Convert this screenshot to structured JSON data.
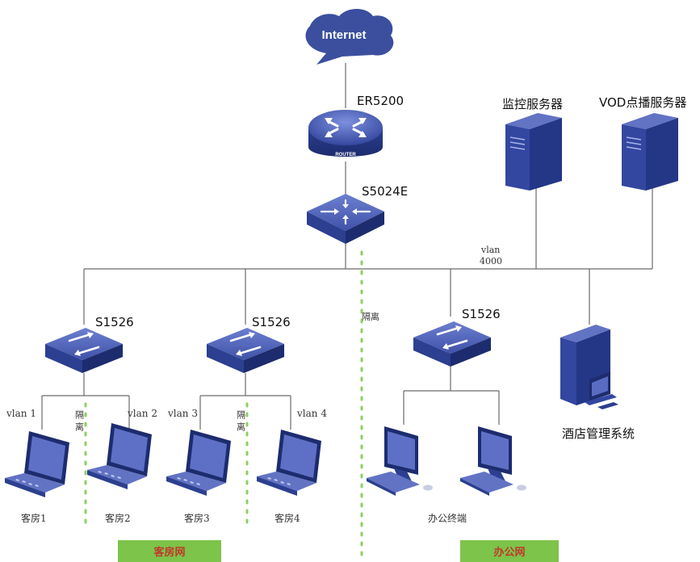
{
  "cloud": {
    "label": "Internet"
  },
  "router": {
    "name": "ER5200",
    "badge": "ROUTER"
  },
  "core_switch": {
    "name": "S5024E"
  },
  "servers": {
    "monitor": "监控服务器",
    "vod": "VOD点播服务器",
    "hotel_mgmt": "酒店管理系统"
  },
  "vlan_main": {
    "line1": "vlan",
    "line2": "4000"
  },
  "isolation": "隔离",
  "access_switches": [
    "S1526",
    "S1526",
    "S1526"
  ],
  "vlans": [
    "vlan 1",
    "vlan 2",
    "vlan 3",
    "vlan 4"
  ],
  "rooms": [
    "客房1",
    "客房2",
    "客房3",
    "客房4"
  ],
  "office_terminals": "办公终端",
  "zones": {
    "guest": "客房网",
    "office": "办公网"
  },
  "colors": {
    "device_blue": "#2b3f8f",
    "device_light": "#5668b8",
    "cloud": "#3b4f9e",
    "zone_green": "#7cc44a",
    "zone_text": "#c0392b",
    "line": "#6b6b6b",
    "dotted": "#8fcf62"
  }
}
